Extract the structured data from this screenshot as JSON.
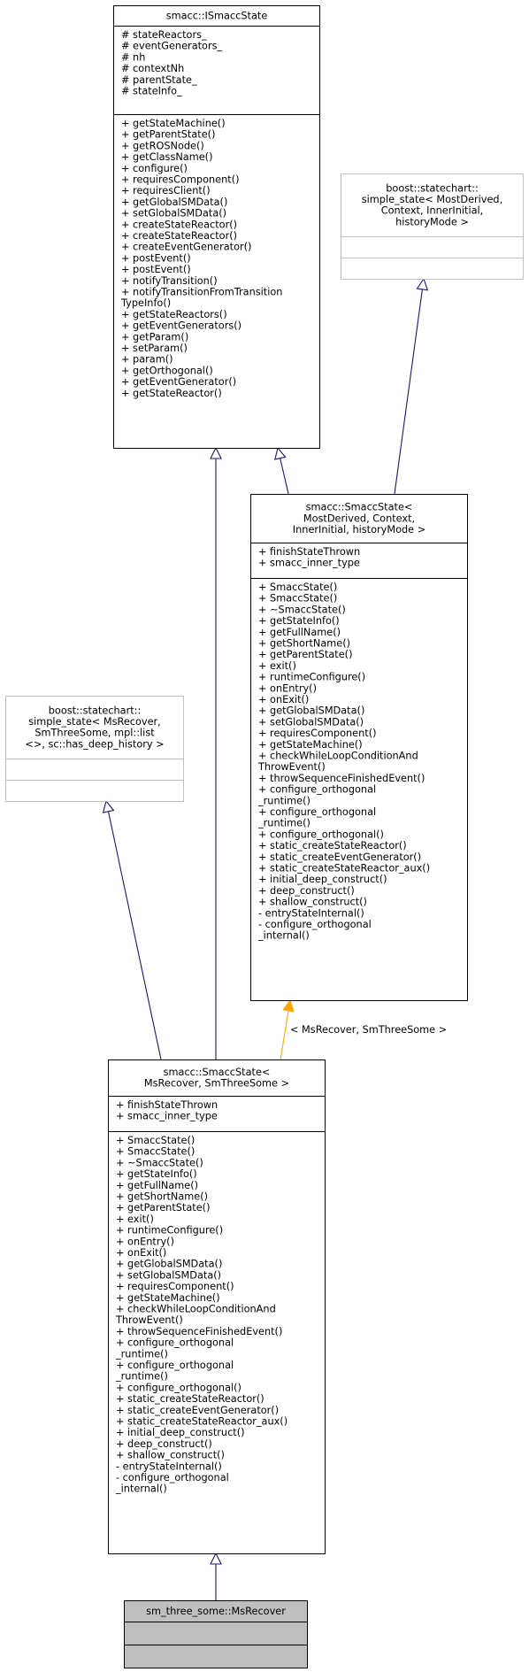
{
  "colors": {
    "inheritance_edge": "#191970",
    "template_edge": "#FFA500",
    "class_border": "#000000",
    "external_border": "#bfbfbf",
    "highlight_fill": "#bfbfbf",
    "box_fill": "#ffffff"
  },
  "nodes": [
    {
      "id": "isaccstate",
      "title": [
        "smacc::ISmaccState"
      ],
      "attributes": [
        "# stateReactors_",
        "# eventGenerators_",
        "# nh",
        "# contextNh",
        "# parentState_",
        "# stateInfo_"
      ],
      "methods": [
        "+ getStateMachine()",
        "+ getParentState()",
        "+ getROSNode()",
        "+ getClassName()",
        "+ configure()",
        "+ requiresComponent()",
        "+ requiresClient()",
        "+ getGlobalSMData()",
        "+ setGlobalSMData()",
        "+ createStateReactor()",
        "+ createStateReactor()",
        "+ createEventGenerator()",
        "+ postEvent()",
        "+ postEvent()",
        "+ notifyTransition()",
        "+ notifyTransitionFromTransition",
        "TypeInfo()",
        "+ getStateReactors()",
        "+ getEventGenerators()",
        "+ getParam()",
        "+ setParam()",
        "+ param()",
        "+ getOrthogonal()",
        "+ getEventGenerator()",
        "+ getStateReactor()"
      ]
    },
    {
      "id": "simple-state-generic",
      "title": [
        "boost::statechart::",
        "simple_state< MostDerived,",
        "Context, InnerInitial,",
        "historyMode >"
      ],
      "attributes": [],
      "methods": []
    },
    {
      "id": "smaccstate-generic",
      "title": [
        "smacc::SmaccState<",
        "MostDerived, Context,",
        "InnerInitial, historyMode >"
      ],
      "attributes": [
        "+ finishStateThrown",
        "+ smacc_inner_type"
      ],
      "methods": [
        "+ SmaccState()",
        "+ SmaccState()",
        "+ ~SmaccState()",
        "+ getStateInfo()",
        "+ getFullName()",
        "+ getShortName()",
        "+ getParentState()",
        "+ exit()",
        "+ runtimeConfigure()",
        "+ onEntry()",
        "+ onExit()",
        "+ getGlobalSMData()",
        "+ setGlobalSMData()",
        "+ requiresComponent()",
        "+ getStateMachine()",
        "+ checkWhileLoopConditionAnd",
        "ThrowEvent()",
        "+ throwSequenceFinishedEvent()",
        "+ configure_orthogonal",
        "_runtime()",
        "+ configure_orthogonal",
        "_runtime()",
        "+ configure_orthogonal()",
        "+ static_createStateReactor()",
        "+ static_createEventGenerator()",
        "+ static_createStateReactor_aux()",
        "+ initial_deep_construct()",
        "+ deep_construct()",
        "+ shallow_construct()",
        "- entryStateInternal()",
        "- configure_orthogonal",
        "_internal()"
      ]
    },
    {
      "id": "simple-state-msrecover",
      "title": [
        "boost::statechart::",
        "simple_state< MsRecover,",
        "SmThreeSome, mpl::list",
        "<>, sc::has_deep_history >"
      ],
      "attributes": [],
      "methods": []
    },
    {
      "id": "smaccstate-msrecover",
      "title": [
        "smacc::SmaccState<",
        "MsRecover, SmThreeSome >"
      ],
      "attributes": [
        "+ finishStateThrown",
        "+ smacc_inner_type"
      ],
      "methods": [
        "+ SmaccState()",
        "+ SmaccState()",
        "+ ~SmaccState()",
        "+ getStateInfo()",
        "+ getFullName()",
        "+ getShortName()",
        "+ getParentState()",
        "+ exit()",
        "+ runtimeConfigure()",
        "+ onEntry()",
        "+ onExit()",
        "+ getGlobalSMData()",
        "+ setGlobalSMData()",
        "+ requiresComponent()",
        "+ getStateMachine()",
        "+ checkWhileLoopConditionAnd",
        "ThrowEvent()",
        "+ throwSequenceFinishedEvent()",
        "+ configure_orthogonal",
        "_runtime()",
        "+ configure_orthogonal",
        "_runtime()",
        "+ configure_orthogonal()",
        "+ static_createStateReactor()",
        "+ static_createEventGenerator()",
        "+ static_createStateReactor_aux()",
        "+ initial_deep_construct()",
        "+ deep_construct()",
        "+ shallow_construct()",
        "- entryStateInternal()",
        "- configure_orthogonal",
        "_internal()"
      ]
    },
    {
      "id": "msrecover",
      "title": [
        "sm_three_some::MsRecover"
      ],
      "attributes": [],
      "methods": []
    }
  ],
  "edges": [
    {
      "id": "edge-smaccstate-generic-to-isaccstate",
      "from": "smaccstate-generic",
      "to": "isaccstate",
      "kind": "inheritance"
    },
    {
      "id": "edge-smaccstate-generic-to-simple-state",
      "from": "smaccstate-generic",
      "to": "simple-state-generic",
      "kind": "inheritance"
    },
    {
      "id": "edge-smaccstate-msrecover-to-simple-state",
      "from": "smaccstate-msrecover",
      "to": "simple-state-msrecover",
      "kind": "inheritance"
    },
    {
      "id": "edge-smaccstate-msrecover-to-isaccstate",
      "from": "smaccstate-msrecover",
      "to": "isaccstate",
      "kind": "inheritance"
    },
    {
      "id": "edge-smaccstate-msrecover-to-generic",
      "from": "smaccstate-msrecover",
      "to": "smaccstate-generic",
      "kind": "template",
      "label": "< MsRecover, SmThreeSome >"
    },
    {
      "id": "edge-msrecover-to-smaccstate-msrecover",
      "from": "msrecover",
      "to": "smaccstate-msrecover",
      "kind": "inheritance"
    }
  ]
}
